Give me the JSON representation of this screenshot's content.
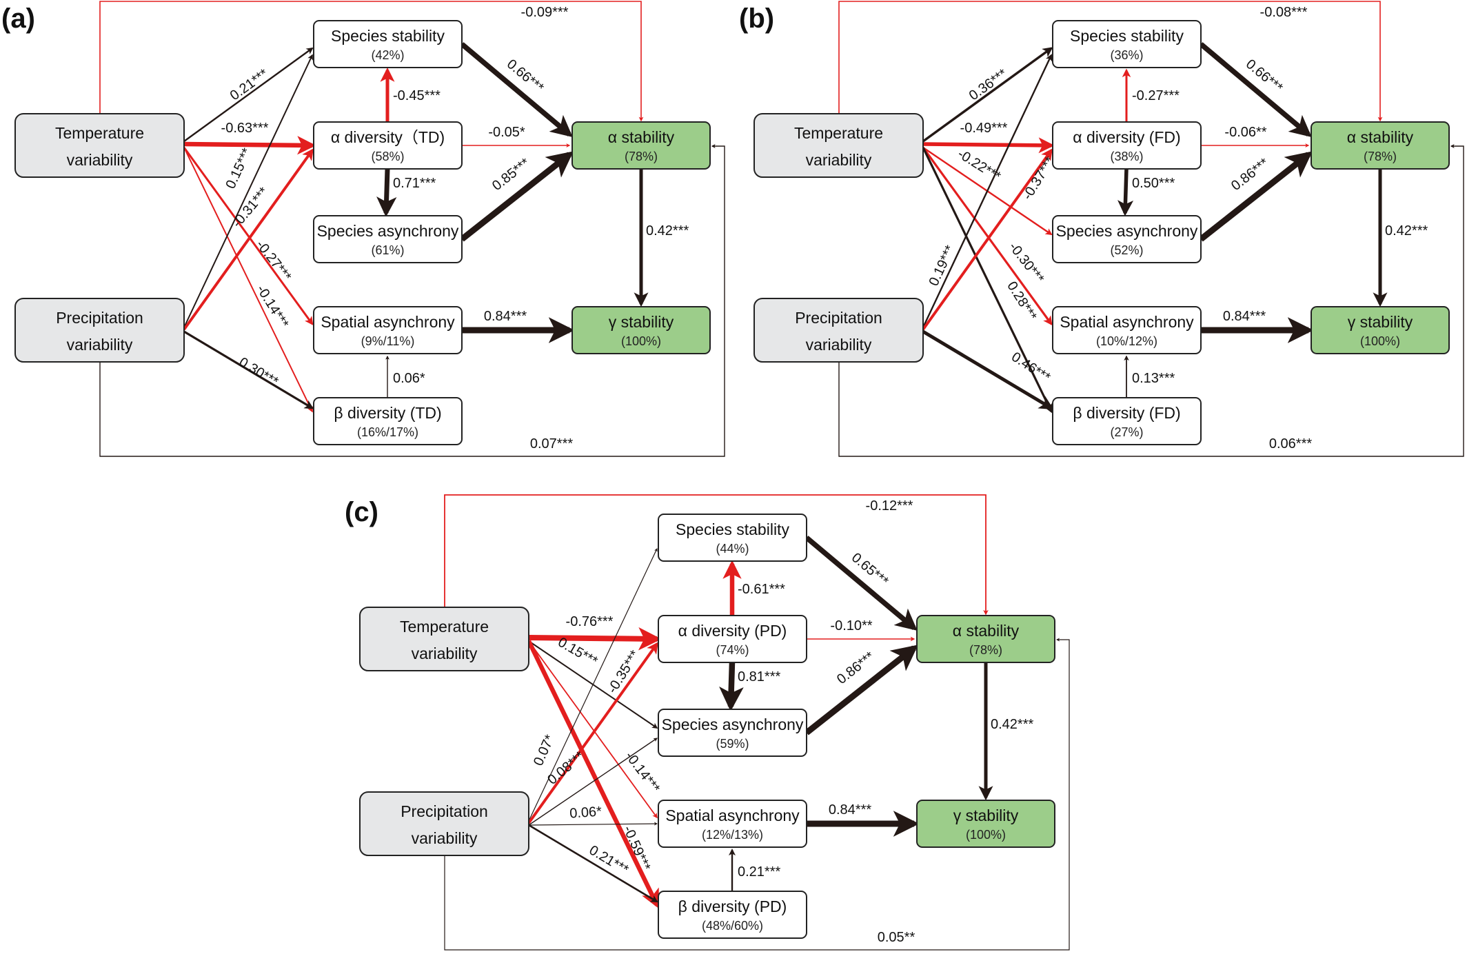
{
  "colors": {
    "positive": "#231815",
    "negative": "#e31e1e",
    "driver_fill": "#e6e7e8",
    "stability_fill": "#9ccd8a",
    "node_fill": "#ffffff"
  },
  "panels": [
    {
      "label": "(a)",
      "nodes": {
        "temp": {
          "title": "Temperature",
          "title2": "variability",
          "sub": ""
        },
        "prec": {
          "title": "Precipitation",
          "title2": "variability",
          "sub": ""
        },
        "sps": {
          "title": "Species stability",
          "title2": "",
          "sub": "(42%)"
        },
        "adiv": {
          "title": "α diversity（TD)",
          "title2": "",
          "sub": "(58%)"
        },
        "spa": {
          "title": "Species asynchrony",
          "title2": "",
          "sub": "(61%)"
        },
        "spat": {
          "title": "Spatial asynchrony",
          "title2": "",
          "sub": "(9%/11%)"
        },
        "bdiv": {
          "title": "β diversity (TD)",
          "title2": "",
          "sub": "(16%/17%)"
        },
        "astab": {
          "title": "α stability",
          "title2": "",
          "sub": "(78%)"
        },
        "gstab": {
          "title": "γ stability",
          "title2": "",
          "sub": "(100%)"
        }
      },
      "paths": [
        {
          "id": "temp_astab",
          "coef": "-0.09***",
          "sign": "neg"
        },
        {
          "id": "temp_sps",
          "coef": "0.21***",
          "sign": "pos"
        },
        {
          "id": "temp_adiv",
          "coef": "-0.63***",
          "sign": "neg"
        },
        {
          "id": "temp_spat",
          "coef": "-0.27***",
          "sign": "neg"
        },
        {
          "id": "temp_bdiv",
          "coef": "-0.14***",
          "sign": "neg"
        },
        {
          "id": "prec_sps",
          "coef": "0.15***",
          "sign": "pos"
        },
        {
          "id": "prec_adiv",
          "coef": "-0.31***",
          "sign": "neg"
        },
        {
          "id": "prec_bdiv",
          "coef": "0.30***",
          "sign": "pos"
        },
        {
          "id": "prec_astab",
          "coef": "0.07***",
          "sign": "pos"
        },
        {
          "id": "adiv_sps",
          "coef": "-0.45***",
          "sign": "neg"
        },
        {
          "id": "adiv_astab",
          "coef": "-0.05*",
          "sign": "neg"
        },
        {
          "id": "adiv_spa",
          "coef": "0.71***",
          "sign": "pos"
        },
        {
          "id": "sps_astab",
          "coef": "0.66***",
          "sign": "pos"
        },
        {
          "id": "spa_astab",
          "coef": "0.85***",
          "sign": "pos"
        },
        {
          "id": "astab_gstab",
          "coef": "0.42***",
          "sign": "pos"
        },
        {
          "id": "spat_gstab",
          "coef": "0.84***",
          "sign": "pos"
        },
        {
          "id": "bdiv_spat",
          "coef": "0.06*",
          "sign": "pos"
        }
      ]
    },
    {
      "label": "(b)",
      "nodes": {
        "temp": {
          "title": "Temperature",
          "title2": "variability",
          "sub": ""
        },
        "prec": {
          "title": "Precipitation",
          "title2": "variability",
          "sub": ""
        },
        "sps": {
          "title": "Species stability",
          "title2": "",
          "sub": "(36%)"
        },
        "adiv": {
          "title": "α diversity (FD)",
          "title2": "",
          "sub": "(38%)"
        },
        "spa": {
          "title": "Species asynchrony",
          "title2": "",
          "sub": "(52%)"
        },
        "spat": {
          "title": "Spatial asynchrony",
          "title2": "",
          "sub": "(10%/12%)"
        },
        "bdiv": {
          "title": "β diversity (FD)",
          "title2": "",
          "sub": "(27%)"
        },
        "astab": {
          "title": "α stability",
          "title2": "",
          "sub": "(78%)"
        },
        "gstab": {
          "title": "γ stability",
          "title2": "",
          "sub": "(100%)"
        }
      },
      "paths": [
        {
          "id": "temp_astab",
          "coef": "-0.08***",
          "sign": "neg"
        },
        {
          "id": "temp_sps",
          "coef": "0.36***",
          "sign": "pos"
        },
        {
          "id": "temp_adiv",
          "coef": "-0.49***",
          "sign": "neg"
        },
        {
          "id": "temp_spa",
          "coef": "-0.22***",
          "sign": "neg"
        },
        {
          "id": "temp_spat",
          "coef": "-0.30***",
          "sign": "neg"
        },
        {
          "id": "temp_bdiv",
          "coef": "0.28***",
          "sign": "pos"
        },
        {
          "id": "prec_sps",
          "coef": "0.19***",
          "sign": "pos"
        },
        {
          "id": "prec_adiv",
          "coef": "-0.37***",
          "sign": "neg"
        },
        {
          "id": "prec_bdiv",
          "coef": "0.46***",
          "sign": "pos"
        },
        {
          "id": "prec_astab",
          "coef": "0.06***",
          "sign": "pos"
        },
        {
          "id": "adiv_sps",
          "coef": "-0.27***",
          "sign": "neg"
        },
        {
          "id": "adiv_astab",
          "coef": "-0.06**",
          "sign": "neg"
        },
        {
          "id": "adiv_spa",
          "coef": "0.50***",
          "sign": "pos"
        },
        {
          "id": "sps_astab",
          "coef": "0.66***",
          "sign": "pos"
        },
        {
          "id": "spa_astab",
          "coef": "0.86***",
          "sign": "pos"
        },
        {
          "id": "astab_gstab",
          "coef": "0.42***",
          "sign": "pos"
        },
        {
          "id": "spat_gstab",
          "coef": "0.84***",
          "sign": "pos"
        },
        {
          "id": "bdiv_spat",
          "coef": "0.13***",
          "sign": "pos"
        }
      ]
    },
    {
      "label": "(c)",
      "nodes": {
        "temp": {
          "title": "Temperature",
          "title2": "variability",
          "sub": ""
        },
        "prec": {
          "title": "Precipitation",
          "title2": "variability",
          "sub": ""
        },
        "sps": {
          "title": "Species stability",
          "title2": "",
          "sub": "(44%)"
        },
        "adiv": {
          "title": "α diversity (PD)",
          "title2": "",
          "sub": "(74%)"
        },
        "spa": {
          "title": "Species asynchrony",
          "title2": "",
          "sub": "(59%)"
        },
        "spat": {
          "title": "Spatial asynchrony",
          "title2": "",
          "sub": "(12%/13%)"
        },
        "bdiv": {
          "title": "β diversity (PD)",
          "title2": "",
          "sub": "(48%/60%)"
        },
        "astab": {
          "title": "α stability",
          "title2": "",
          "sub": "(78%)"
        },
        "gstab": {
          "title": "γ stability",
          "title2": "",
          "sub": "(100%)"
        }
      },
      "paths": [
        {
          "id": "temp_astab",
          "coef": "-0.12***",
          "sign": "neg"
        },
        {
          "id": "temp_adiv",
          "coef": "-0.76***",
          "sign": "neg"
        },
        {
          "id": "temp_spa",
          "coef": "0.15***",
          "sign": "pos"
        },
        {
          "id": "temp_spat",
          "coef": "-0.14***",
          "sign": "neg"
        },
        {
          "id": "temp_bdiv",
          "coef": "-0.59***",
          "sign": "neg"
        },
        {
          "id": "prec_sps",
          "coef": "0.07*",
          "sign": "pos"
        },
        {
          "id": "prec_adiv",
          "coef": "-0.35***",
          "sign": "neg"
        },
        {
          "id": "prec_spa",
          "coef": "0.08***",
          "sign": "pos"
        },
        {
          "id": "prec_spat",
          "coef": "0.06*",
          "sign": "pos"
        },
        {
          "id": "prec_bdiv",
          "coef": "0.21***",
          "sign": "pos"
        },
        {
          "id": "prec_astab",
          "coef": "0.05**",
          "sign": "pos"
        },
        {
          "id": "adiv_sps",
          "coef": "-0.61***",
          "sign": "neg"
        },
        {
          "id": "adiv_astab",
          "coef": "-0.10**",
          "sign": "neg"
        },
        {
          "id": "adiv_spa",
          "coef": "0.81***",
          "sign": "pos"
        },
        {
          "id": "sps_astab",
          "coef": "0.65***",
          "sign": "pos"
        },
        {
          "id": "spa_astab",
          "coef": "0.86***",
          "sign": "pos"
        },
        {
          "id": "astab_gstab",
          "coef": "0.42***",
          "sign": "pos"
        },
        {
          "id": "spat_gstab",
          "coef": "0.84***",
          "sign": "pos"
        },
        {
          "id": "bdiv_spat",
          "coef": "0.21***",
          "sign": "pos"
        }
      ]
    }
  ]
}
